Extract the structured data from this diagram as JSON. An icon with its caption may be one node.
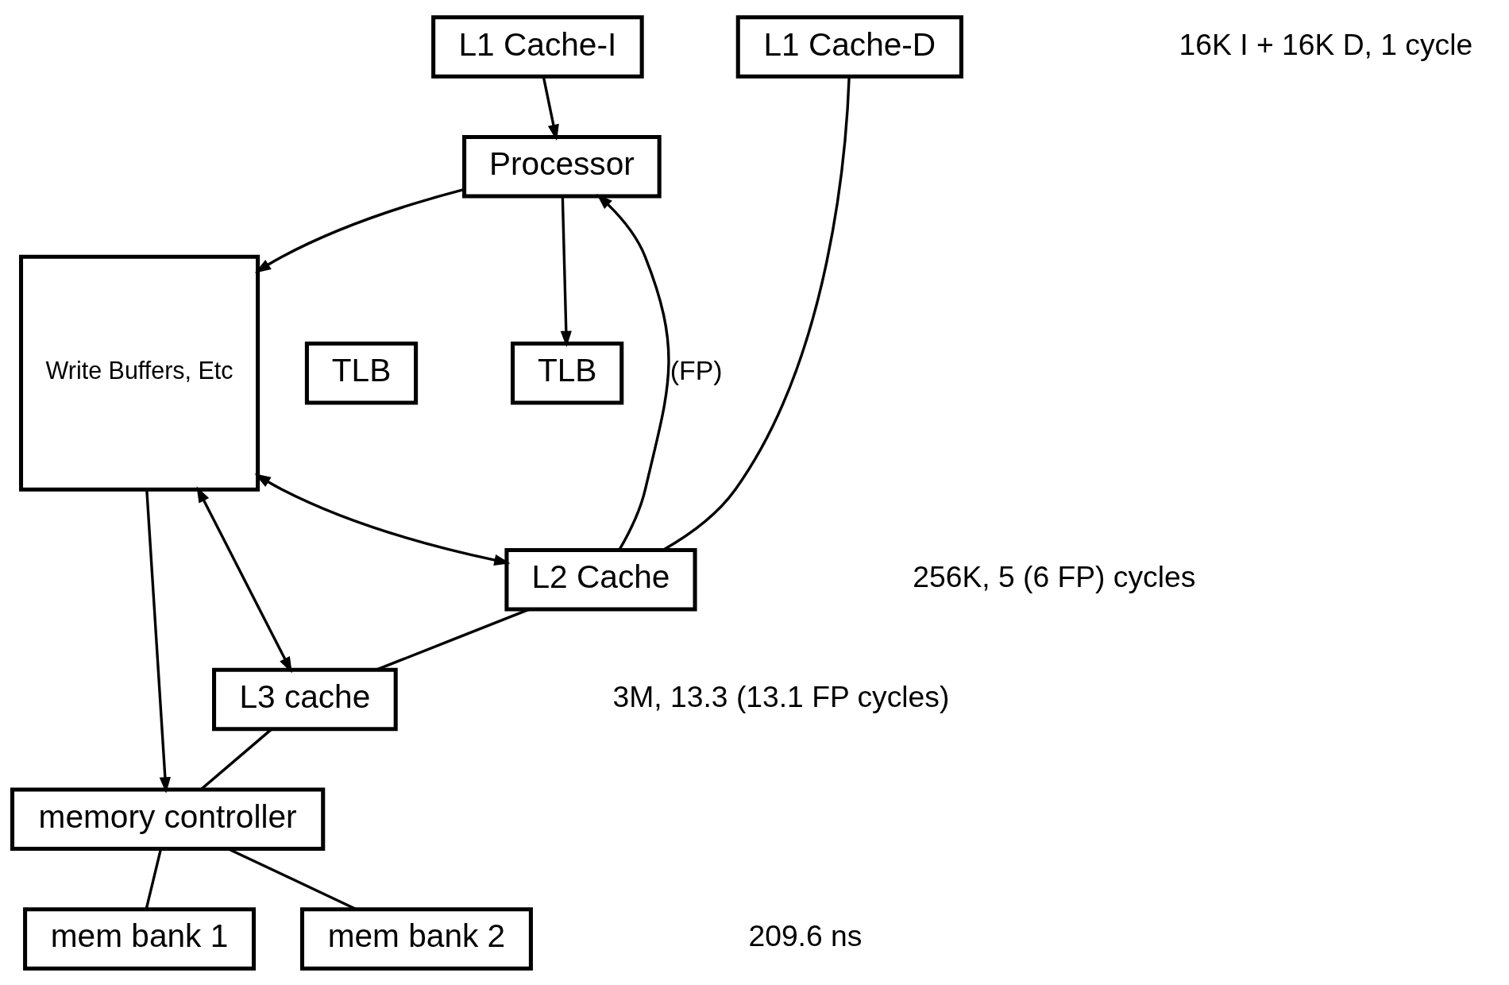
{
  "diagram": {
    "nodes": [
      {
        "text": [
          "Processor"
        ]
      },
      {
        "text": [
          "TLB"
        ]
      },
      {
        "text": [
          "TLB"
        ]
      },
      {
        "text": [
          "L1 Cache-I"
        ]
      },
      {
        "text": [
          "L1 Cache-D"
        ]
      },
      {
        "text": [
          "Write Buffers, Etc"
        ]
      },
      {
        "text": [
          "L2 Cache"
        ]
      },
      {
        "text": [
          "L3 cache"
        ]
      },
      {
        "text": [
          "memory controller"
        ]
      },
      {
        "text": [
          "mem bank 1"
        ]
      },
      {
        "text": [
          "mem bank 2"
        ]
      }
    ],
    "edges": [
      {
        "from": 0,
        "to": 2,
        "arrow": "to"
      },
      {
        "from": 0,
        "to": 5,
        "arrow": "to"
      },
      {
        "from": 6,
        "to": 0,
        "arrow": "to",
        "label": "(FP)"
      },
      {
        "from": 3,
        "to": 0,
        "arrow": "to"
      },
      {
        "from": 4,
        "to": 6,
        "arrow": "none"
      },
      {
        "from": 5,
        "to": 6,
        "arrow": "both"
      },
      {
        "from": 5,
        "to": 7,
        "arrow": "both"
      },
      {
        "from": 5,
        "to": 8,
        "arrow": "to"
      },
      {
        "from": 6,
        "to": 7,
        "arrow": "none"
      },
      {
        "from": 7,
        "to": 8,
        "arrow": "none"
      },
      {
        "from": 8,
        "to": 9,
        "arrow": "none"
      },
      {
        "from": 8,
        "to": 10,
        "arrow": "none"
      }
    ],
    "labels": [
      "16K I + 16K D, 1 cycle",
      "256K, 5 (6 FP) cycles",
      "3M, 13.3 (13.1 FP cycles)",
      "209.6 ns"
    ]
  }
}
